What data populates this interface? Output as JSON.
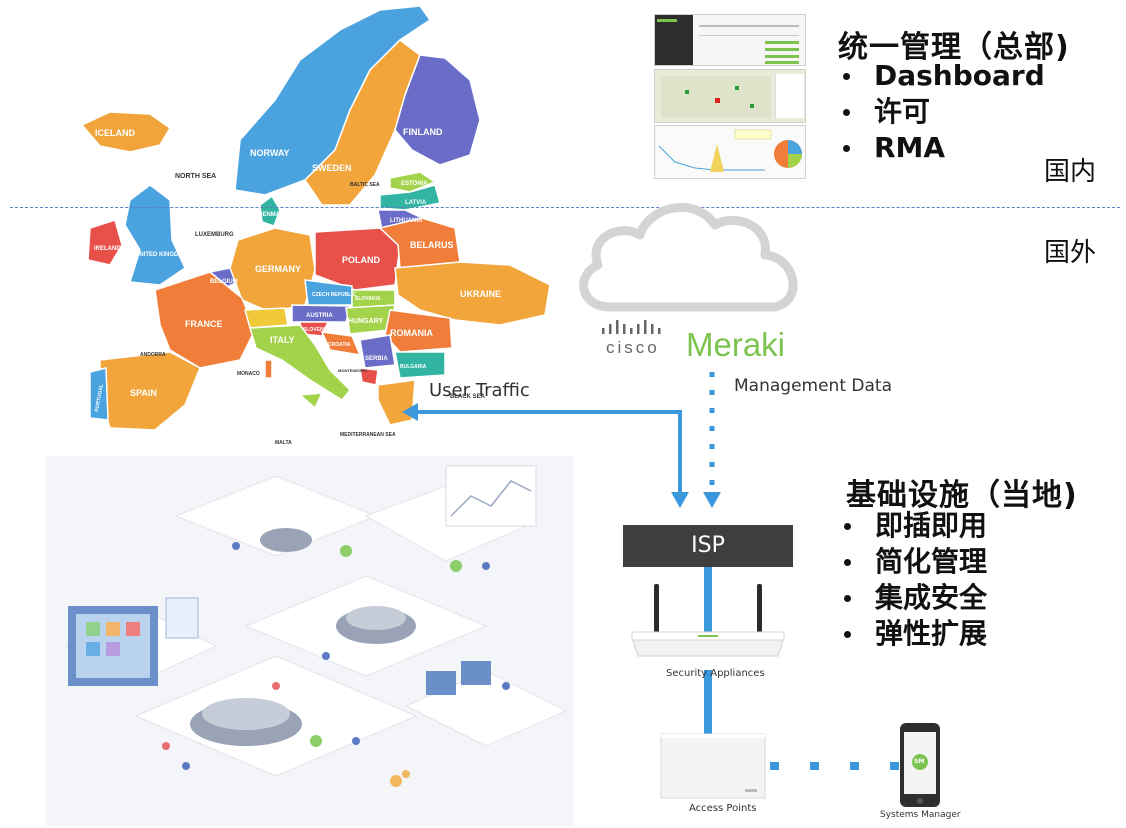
{
  "region": {
    "domestic": "国内",
    "overseas": "国外"
  },
  "hq": {
    "title": "统一管理（总部)",
    "items": [
      "Dashboard",
      "许可",
      "RMA"
    ]
  },
  "local": {
    "title": "基础设施（当地)",
    "items": [
      "即插即用",
      "简化管理",
      "集成安全",
      "弹性扩展"
    ]
  },
  "cloud": {
    "vendor": "cisco",
    "product": "Meraki"
  },
  "flows": {
    "user_traffic": "User Traffic",
    "management_data": "Management Data"
  },
  "network": {
    "isp": "ISP",
    "security_appliance": "Security Appliances",
    "access_points": "Access Points",
    "systems_manager": "Systems Manager",
    "sm_badge": "SM"
  },
  "map": {
    "countries": [
      "ICELAND",
      "NORWAY",
      "SWEDEN",
      "FINLAND",
      "ESTONIA",
      "LATVIA",
      "LITHUANIA",
      "DENMARK",
      "IRELAND",
      "UNITED KINGDOM",
      "BELGIUM",
      "LUXEMBURG",
      "GERMANY",
      "POLAND",
      "BELARUS",
      "UKRAINE",
      "CZECH REPUBLIC",
      "SLOVAKIA",
      "AUSTRIA",
      "HUNGARY",
      "SLOVENIA",
      "CROATIA",
      "ROMANIA",
      "SERBIA",
      "BULGARIA",
      "FRANCE",
      "ITALY",
      "SPAIN",
      "PORTUGAL",
      "ANDORRA",
      "MONACO",
      "MALTA",
      "MONTENEGRO"
    ],
    "seas": [
      "NORTH SEA",
      "BALTIC SEA",
      "BLACK SEA",
      "MEDITERRANEAN SEA"
    ]
  },
  "colors": {
    "meraki_green": "#7cc350",
    "flow_blue": "#3a98db",
    "isp_dark": "#3f3f3f",
    "divider": "#5b7fbf"
  }
}
